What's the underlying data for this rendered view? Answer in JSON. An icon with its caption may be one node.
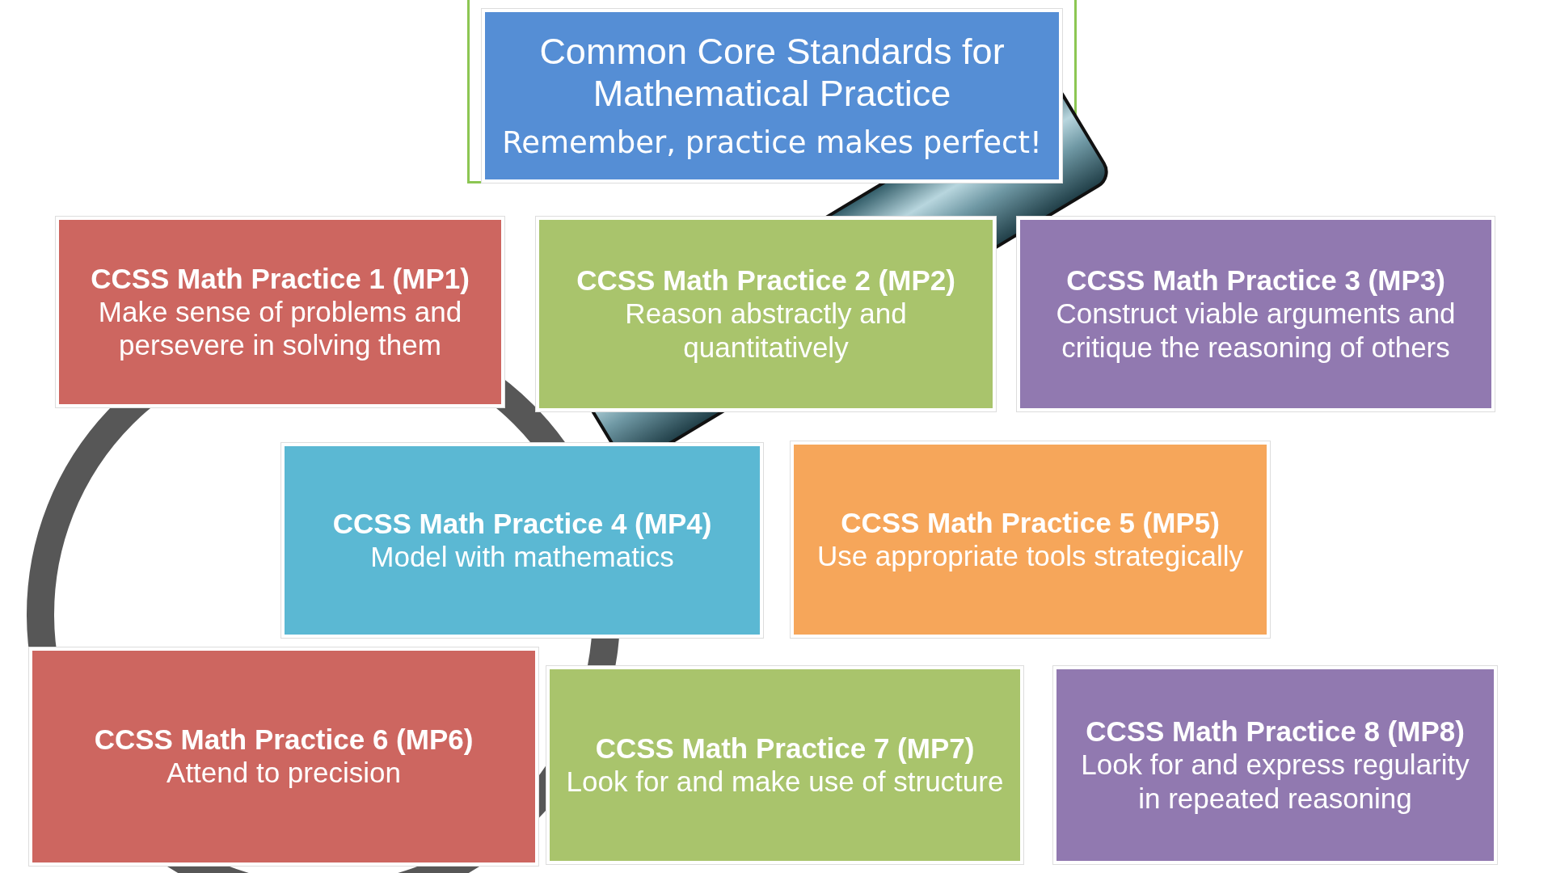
{
  "diagram": {
    "nodes": [
      {
        "text": [
          "Common Core Standards for Mathematical Practice",
          "Remember, practice makes perfect!"
        ]
      },
      {
        "text": [
          "CCSS Math Practice 1 (MP1)",
          "Make sense of problems and persevere in solving them"
        ]
      },
      {
        "text": [
          "CCSS Math Practice 2 (MP2)",
          "Reason abstractly and quantitatively"
        ]
      },
      {
        "text": [
          "CCSS Math Practice 3 (MP3)",
          "Construct viable arguments and critique the reasoning of others"
        ]
      },
      {
        "text": [
          "CCSS Math Practice 4 (MP4)",
          "Model with mathematics"
        ]
      },
      {
        "text": [
          "CCSS Math Practice 5 (MP5)",
          "Use appropriate tools strategically"
        ]
      },
      {
        "text": [
          "CCSS Math Practice 6 (MP6)",
          "Attend to precision"
        ]
      },
      {
        "text": [
          "CCSS Math Practice 7 (MP7)",
          "Look for and make use of structure"
        ]
      },
      {
        "text": [
          "CCSS Math Practice 8 (MP8)",
          "Look for and express regularity in repeated reasoning"
        ]
      }
    ],
    "edges": []
  }
}
